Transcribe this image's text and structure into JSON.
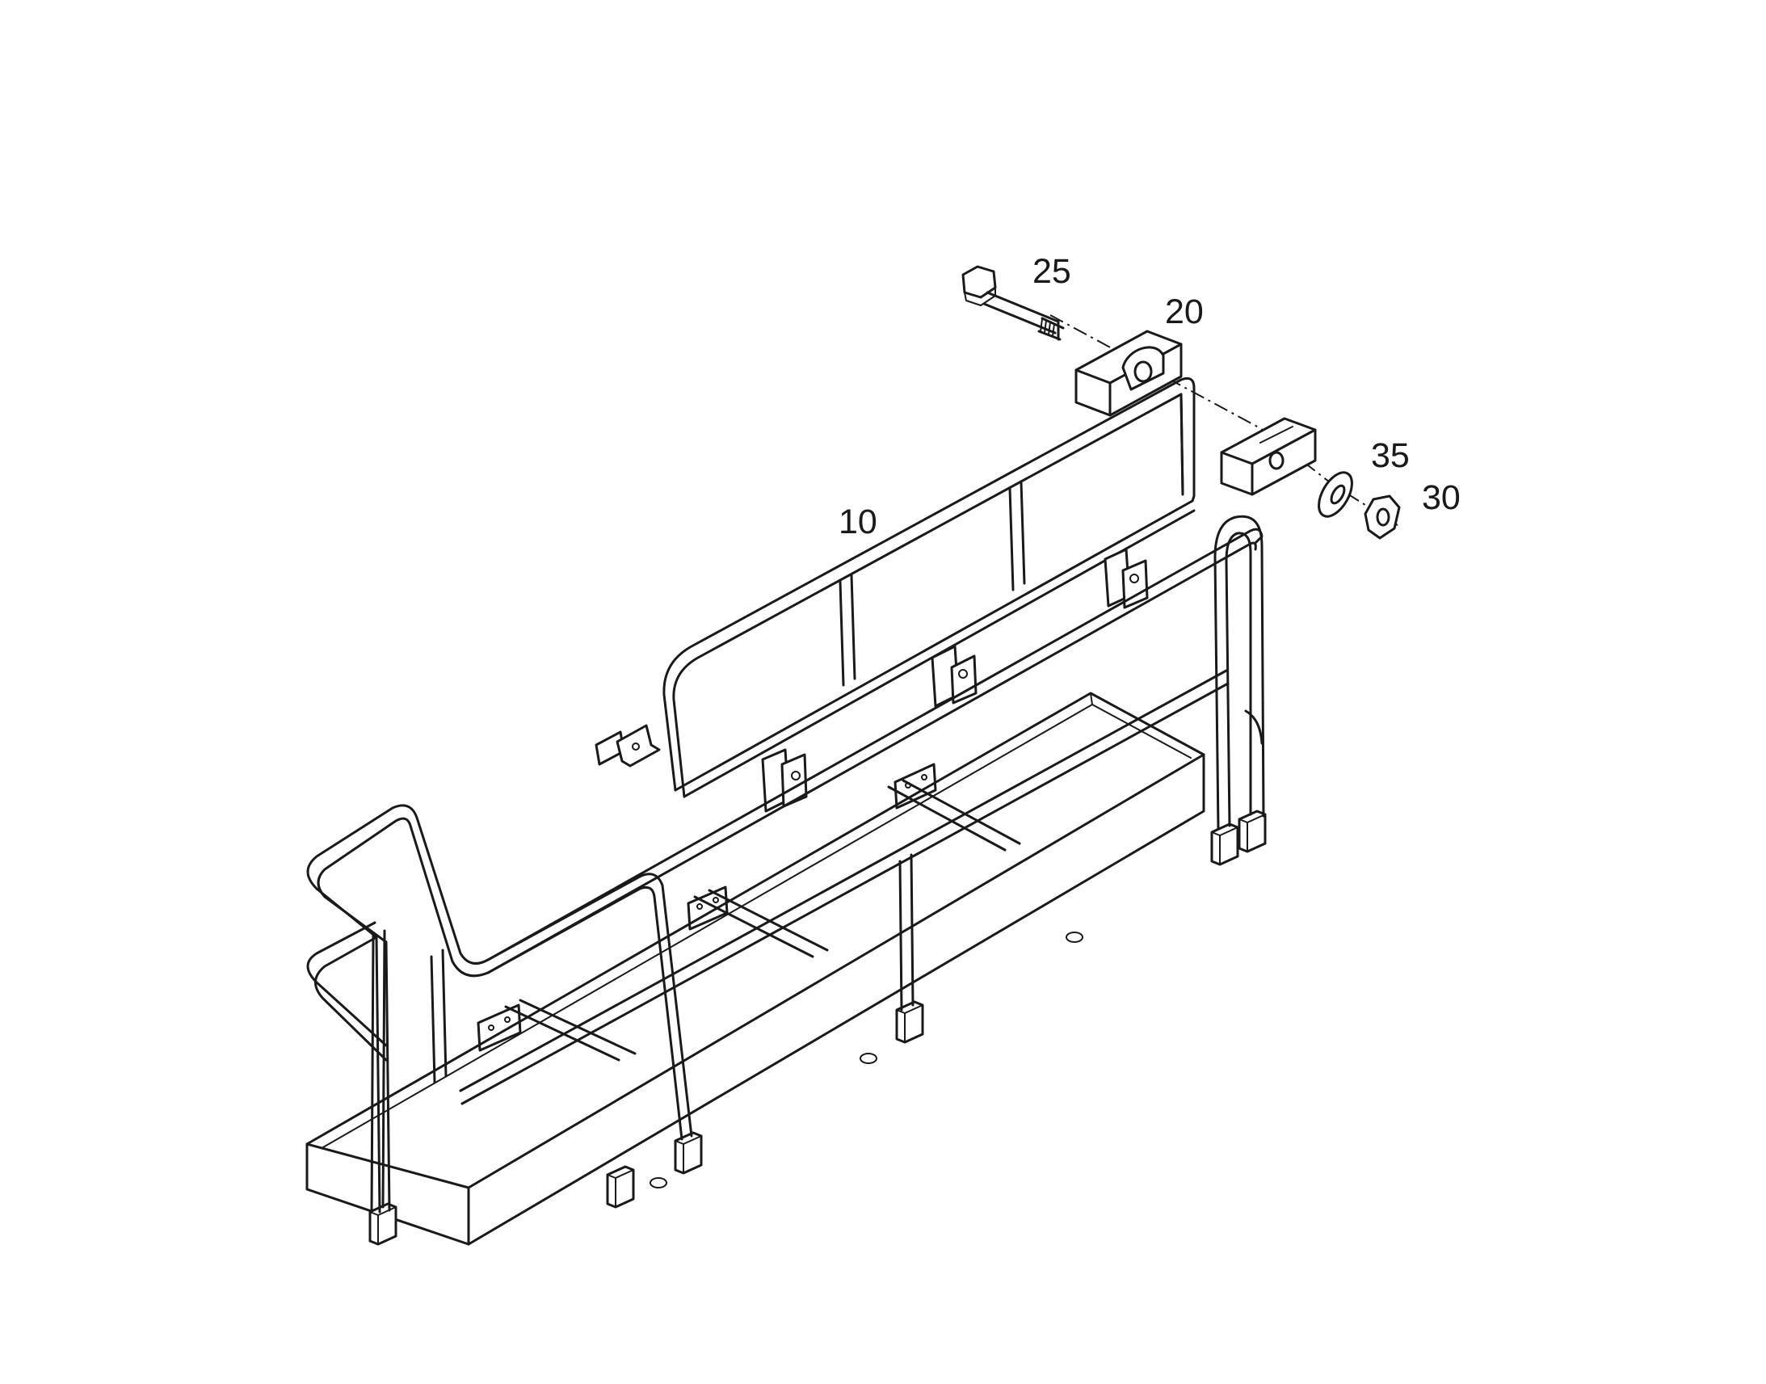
{
  "callouts": [
    {
      "id": "10",
      "text": "10"
    },
    {
      "id": "20",
      "text": "20"
    },
    {
      "id": "25",
      "text": "25"
    },
    {
      "id": "30",
      "text": "30"
    },
    {
      "id": "35",
      "text": "35"
    }
  ],
  "colors": {
    "line": "#1a1a1a",
    "background": "#ffffff"
  }
}
